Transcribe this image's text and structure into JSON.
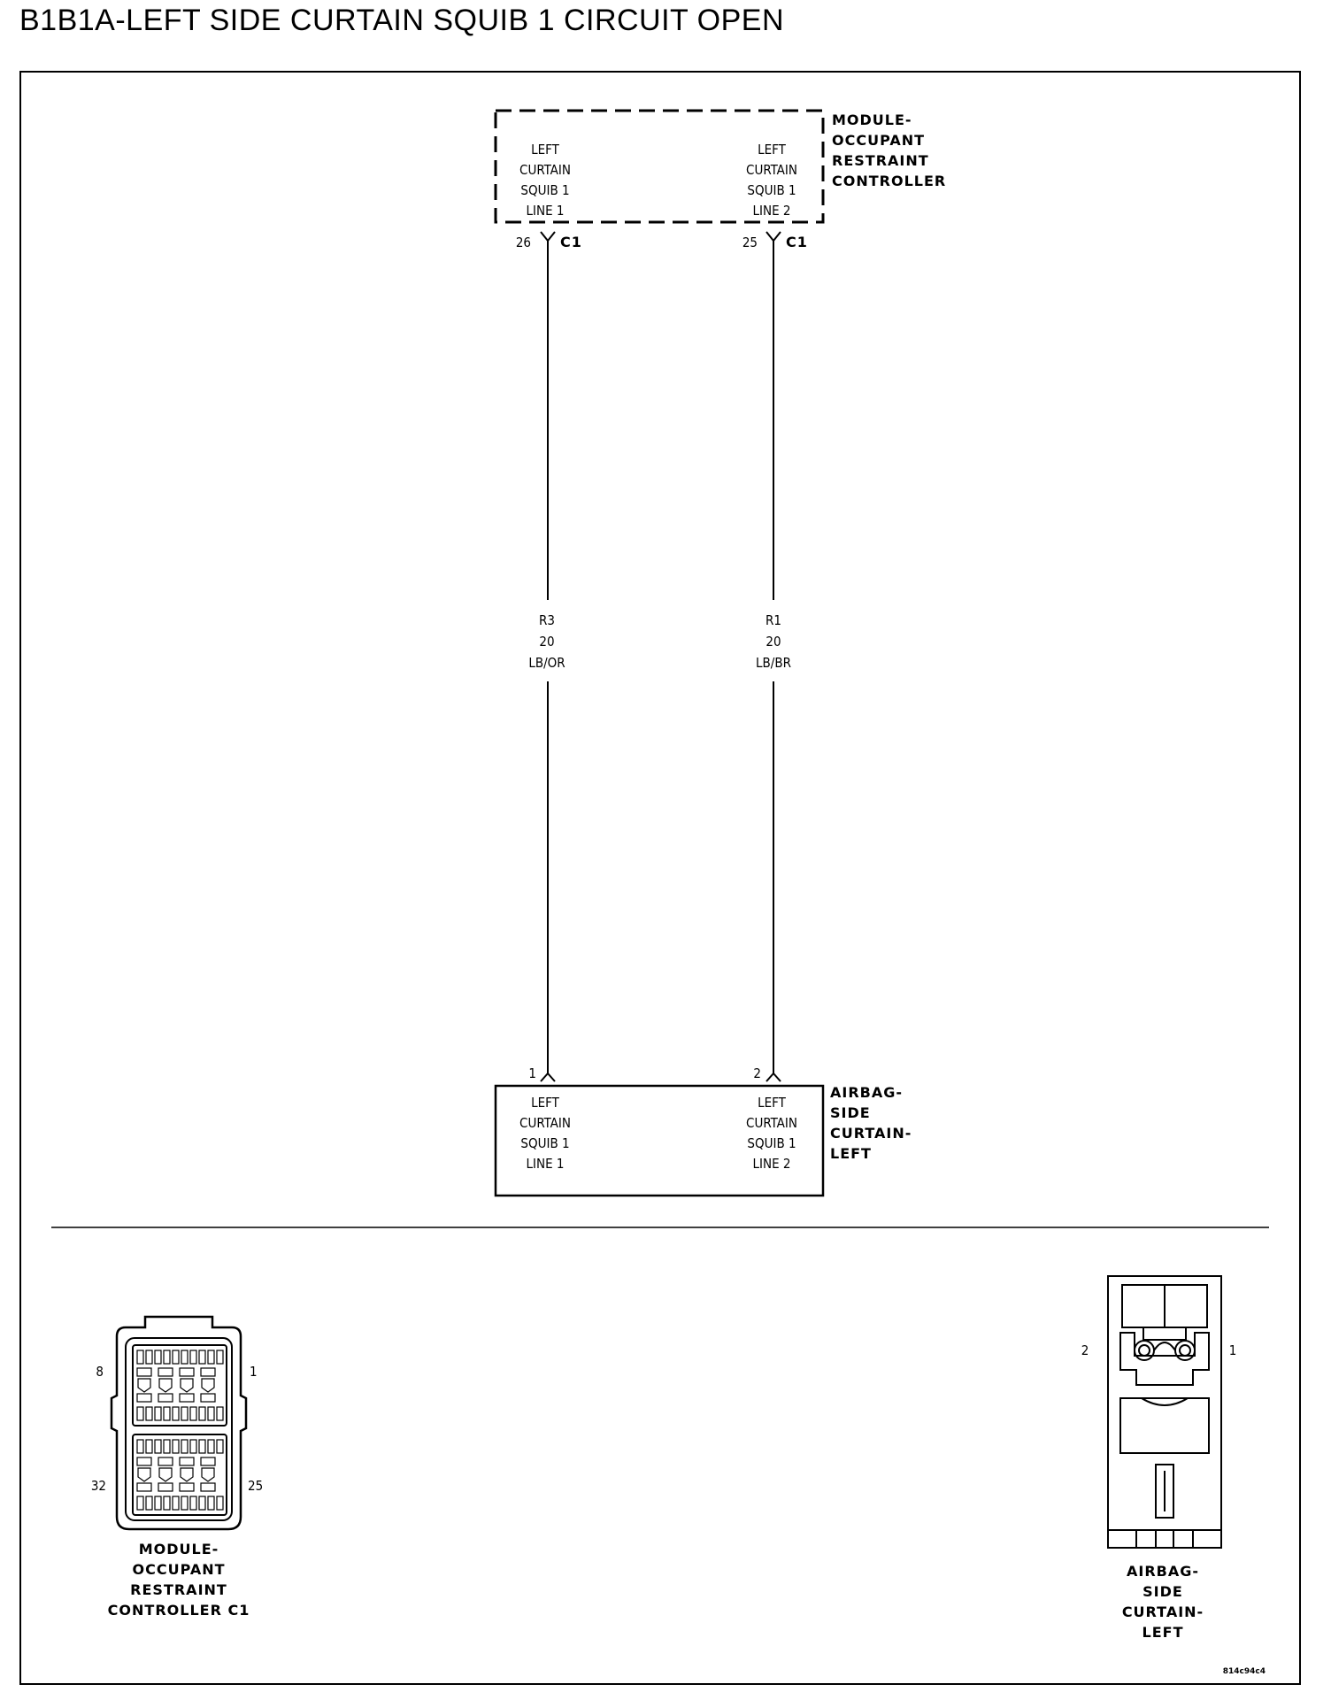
{
  "title": "B1B1A-LEFT SIDE CURTAIN SQUIB 1 CIRCUIT OPEN",
  "module": {
    "name_lines": [
      "MODULE-",
      "OCCUPANT",
      "RESTRAINT",
      "CONTROLLER"
    ],
    "pin_a": {
      "label_lines": [
        "LEFT",
        "CURTAIN",
        "SQUIB 1",
        "LINE 1"
      ],
      "cavity": "26",
      "connector": "C1"
    },
    "pin_b": {
      "label_lines": [
        "LEFT",
        "CURTAIN",
        "SQUIB 1",
        "LINE 2"
      ],
      "cavity": "25",
      "connector": "C1"
    }
  },
  "wires": [
    {
      "circuit": "R3",
      "gauge": "20",
      "color": "LB/OR"
    },
    {
      "circuit": "R1",
      "gauge": "20",
      "color": "LB/BR"
    }
  ],
  "airbag": {
    "name_lines": [
      "AIRBAG-",
      "SIDE",
      "CURTAIN-",
      "LEFT"
    ],
    "pin_a": {
      "label_lines": [
        "LEFT",
        "CURTAIN",
        "SQUIB 1",
        "LINE 1"
      ],
      "cavity": "1"
    },
    "pin_b": {
      "label_lines": [
        "LEFT",
        "CURTAIN",
        "SQUIB 1",
        "LINE 2"
      ],
      "cavity": "2"
    }
  },
  "connector_views": {
    "occupant_controller": {
      "pin_labels": {
        "top_left": "8",
        "top_right": "1",
        "bottom_left": "32",
        "bottom_right": "25"
      },
      "caption_lines": [
        "MODULE-",
        "OCCUPANT",
        "RESTRAINT",
        "CONTROLLER C1"
      ]
    },
    "airbag_curtain": {
      "pin_labels": {
        "left": "2",
        "right": "1"
      },
      "caption_lines": [
        "AIRBAG-",
        "SIDE",
        "CURTAIN-",
        "LEFT"
      ]
    }
  },
  "figure_id": "814c94c4"
}
